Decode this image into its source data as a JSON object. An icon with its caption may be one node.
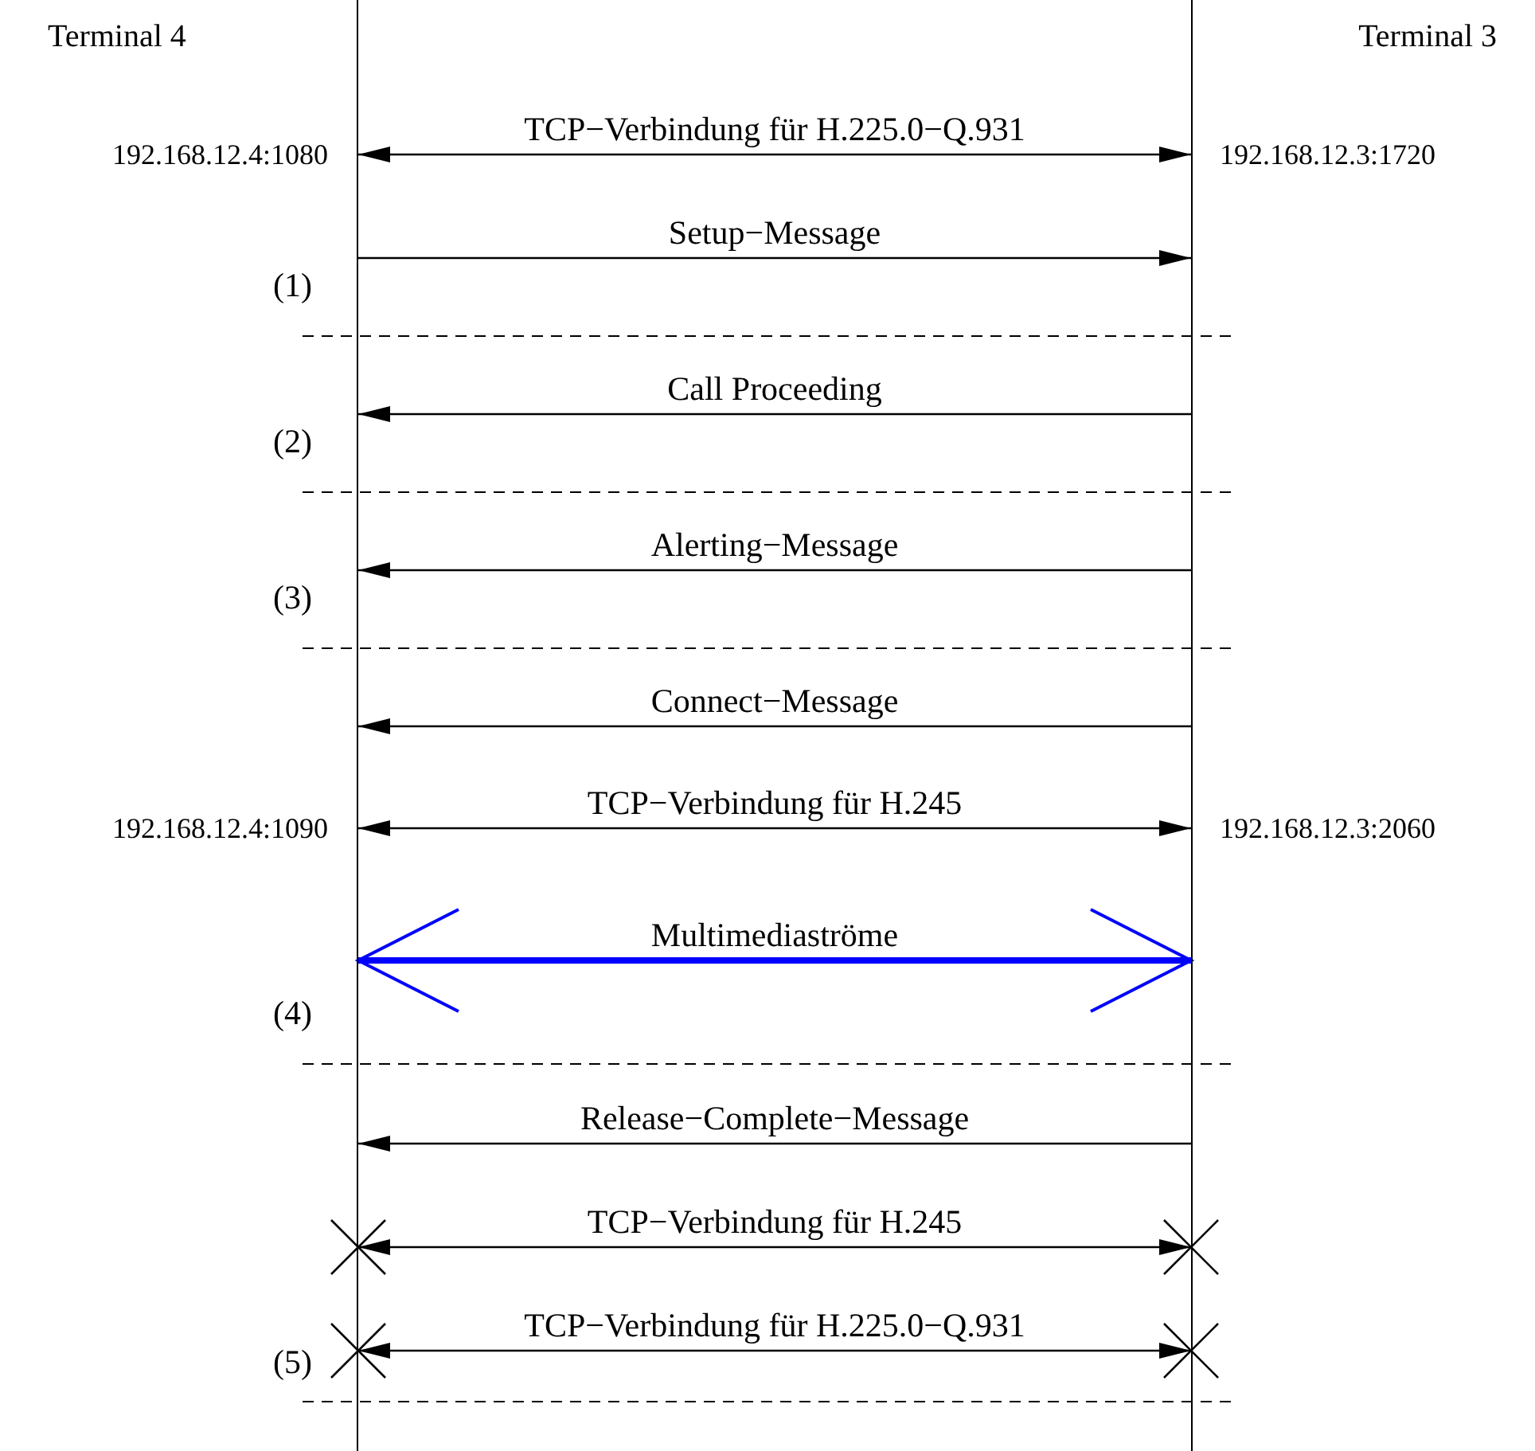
{
  "diagram": {
    "nodes": [
      {
        "text": [
          "Terminal 4"
        ]
      },
      {
        "text": [
          "Terminal 3"
        ]
      }
    ],
    "edges": [
      {
        "from": 0,
        "to": 1,
        "arrow": "both",
        "label": "TCP−Verbindung für H.225.0−Q.931"
      },
      {
        "from": 0,
        "to": 1,
        "arrow": "to",
        "label": "Setup−Message"
      },
      {
        "from": 1,
        "to": 0,
        "arrow": "to",
        "label": "Call Proceeding"
      },
      {
        "from": 1,
        "to": 0,
        "arrow": "to",
        "label": "Alerting−Message"
      },
      {
        "from": 1,
        "to": 0,
        "arrow": "to",
        "label": "Connect−Message"
      },
      {
        "from": 0,
        "to": 1,
        "arrow": "both",
        "label": "TCP−Verbindung für H.245"
      },
      {
        "from": 0,
        "to": 1,
        "arrow": "both",
        "label": "Multimediaströme",
        "style": "thick",
        "color": "#0000ff"
      },
      {
        "from": 1,
        "to": 0,
        "arrow": "to",
        "label": "Release−Complete−Message"
      },
      {
        "from": 0,
        "to": 1,
        "arrow": "both",
        "label": "TCP−Verbindung für H.245"
      },
      {
        "from": 0,
        "to": 1,
        "arrow": "both",
        "label": "TCP−Verbindung für H.225.0−Q.931"
      }
    ],
    "labels": [
      "192.168.12.4:1080",
      "192.168.12.3:1720",
      "(1)",
      "(2)",
      "(3)",
      "192.168.12.4:1090",
      "192.168.12.3:2060",
      "(4)",
      "(5)"
    ]
  }
}
